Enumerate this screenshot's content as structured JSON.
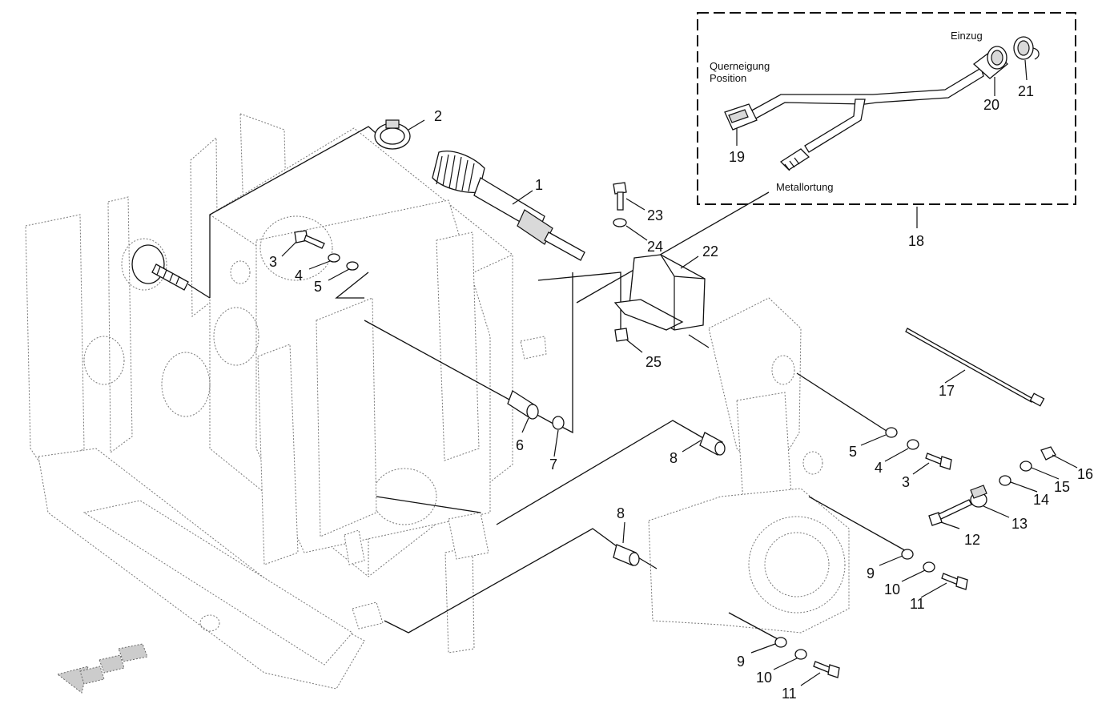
{
  "callouts": [
    {
      "id": "c1",
      "text": "1"
    },
    {
      "id": "c2",
      "text": "2"
    },
    {
      "id": "c3a",
      "text": "3"
    },
    {
      "id": "c4a",
      "text": "4"
    },
    {
      "id": "c5a",
      "text": "5"
    },
    {
      "id": "c6",
      "text": "6"
    },
    {
      "id": "c7",
      "text": "7"
    },
    {
      "id": "c8a",
      "text": "8"
    },
    {
      "id": "c8b",
      "text": "8"
    },
    {
      "id": "c5b",
      "text": "5"
    },
    {
      "id": "c4b",
      "text": "4"
    },
    {
      "id": "c3b",
      "text": "3"
    },
    {
      "id": "c9a",
      "text": "9"
    },
    {
      "id": "c10a",
      "text": "10"
    },
    {
      "id": "c11a",
      "text": "11"
    },
    {
      "id": "c9b",
      "text": "9"
    },
    {
      "id": "c10b",
      "text": "10"
    },
    {
      "id": "c11b",
      "text": "11"
    },
    {
      "id": "c12",
      "text": "12"
    },
    {
      "id": "c13",
      "text": "13"
    },
    {
      "id": "c14",
      "text": "14"
    },
    {
      "id": "c15",
      "text": "15"
    },
    {
      "id": "c16",
      "text": "16"
    },
    {
      "id": "c17",
      "text": "17"
    },
    {
      "id": "c18",
      "text": "18"
    },
    {
      "id": "c19",
      "text": "19"
    },
    {
      "id": "c20",
      "text": "20"
    },
    {
      "id": "c21",
      "text": "21"
    },
    {
      "id": "c22",
      "text": "22"
    },
    {
      "id": "c23",
      "text": "23"
    },
    {
      "id": "c24",
      "text": "24"
    },
    {
      "id": "c25",
      "text": "25"
    }
  ],
  "harness_labels": {
    "einzug": "Einzug",
    "querneigung": "Querneigung",
    "position": "Position",
    "metallortung": "Metallortung"
  }
}
